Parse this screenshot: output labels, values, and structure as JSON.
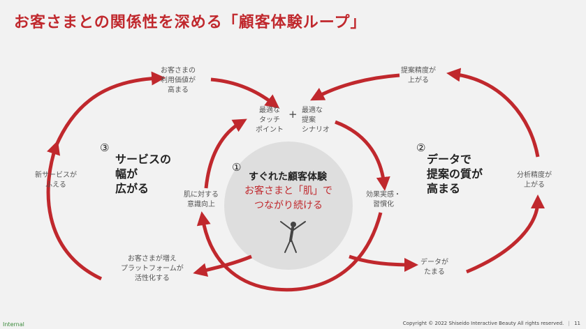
{
  "title": "お客さまとの関係性を深める「顧客体験ループ」",
  "labels": {
    "top_left": "お客さまの\n利用価値が\n高まる",
    "top_right": "提案精度が\n上がる",
    "touchpoint": "最適な\nタッチ\nポイント",
    "plus": "+",
    "scenario": "最適な\n提案\nシナリオ",
    "left": "新サービスが\nふえる",
    "skin": "肌に対する\n意識向上",
    "effect": "効果実感・\n習慣化",
    "right": "分析精度が\n上がる",
    "bottom_left": "お客さまが増え\nプラットフォームが\n活性化する",
    "data_accum": "データが\nたまる"
  },
  "sections": {
    "s3_num": "③",
    "s3_text": "サービスの\n幅が\n広がる",
    "s2_num": "②",
    "s2_text": "データで\n提案の質が\n高まる",
    "s1_num": "①",
    "s1_title": "すぐれた顧客体験",
    "s1_text": "お客さまと「肌」で\nつながり続ける"
  },
  "colors": {
    "accent": "#c0282d",
    "circle": "#dedede"
  },
  "footer": {
    "left": "Internal",
    "right": "Copyright © 2022 Shiseido Interactive Beauty All rights reserved.",
    "page": "11"
  }
}
